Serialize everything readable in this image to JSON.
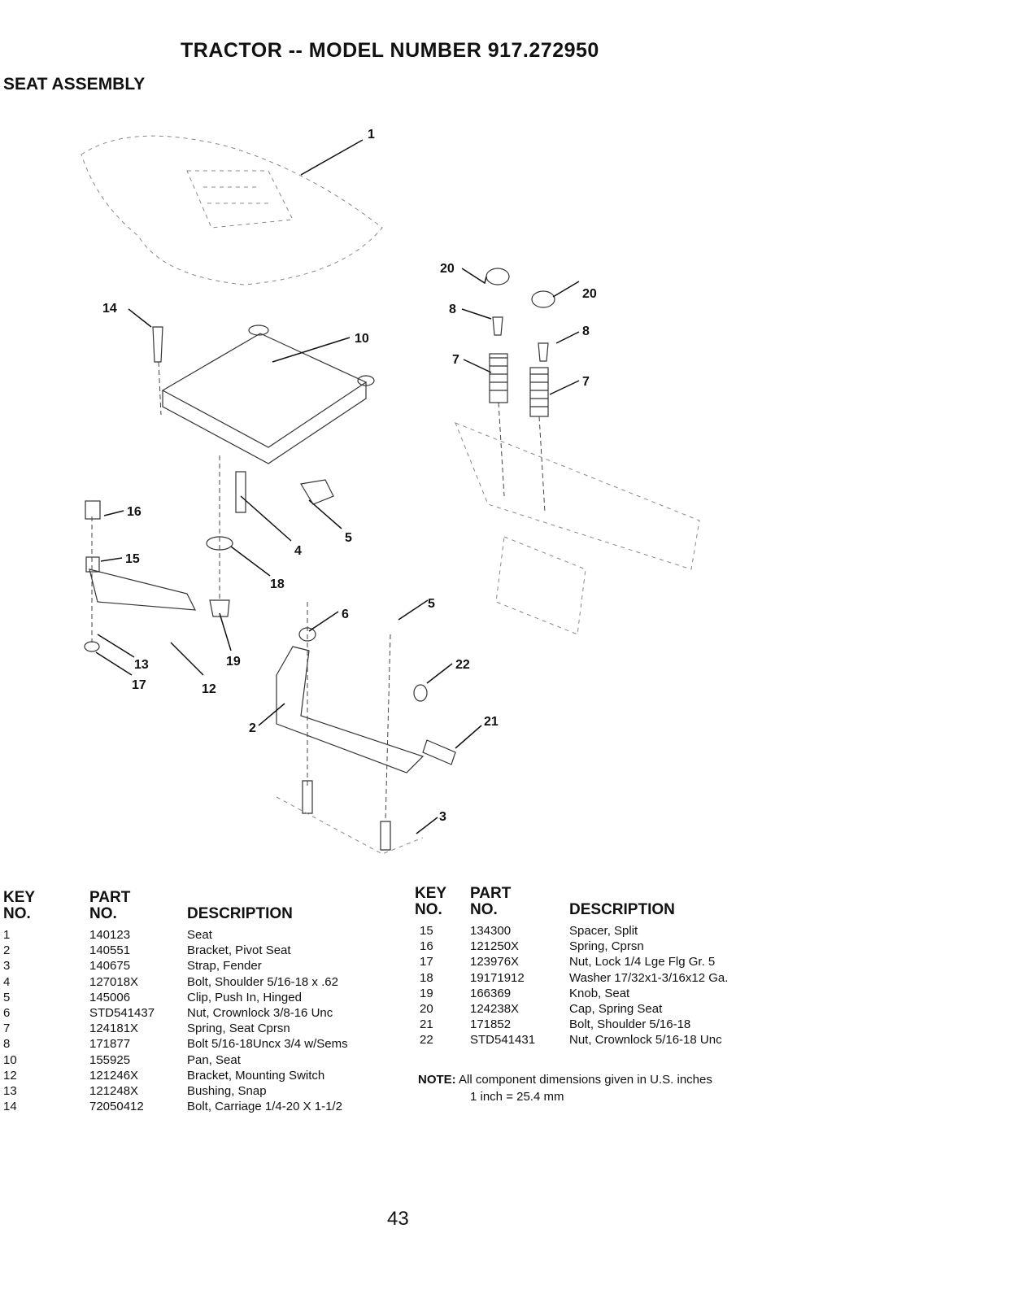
{
  "header": {
    "title": "TRACTOR -- MODEL NUMBER 917.272950",
    "subtitle": "SEAT ASSEMBLY"
  },
  "diagram": {
    "callouts": [
      "1",
      "14",
      "10",
      "20",
      "20",
      "8",
      "8",
      "7",
      "7",
      "16",
      "4",
      "5",
      "15",
      "18",
      "6",
      "5",
      "13",
      "19",
      "17",
      "12",
      "22",
      "21",
      "2",
      "3"
    ]
  },
  "parts_left": {
    "headers": {
      "key_line1": "KEY",
      "key_line2": "NO.",
      "part_line1": "PART",
      "part_line2": "NO.",
      "description": "DESCRIPTION"
    },
    "rows": [
      {
        "key": "1",
        "part": "140123",
        "description": "Seat"
      },
      {
        "key": "2",
        "part": "140551",
        "description": "Bracket, Pivot Seat"
      },
      {
        "key": "3",
        "part": "140675",
        "description": "Strap, Fender"
      },
      {
        "key": "4",
        "part": "127018X",
        "description": "Bolt, Shoulder 5/16-18 x .62"
      },
      {
        "key": "5",
        "part": "145006",
        "description": "Clip, Push In, Hinged"
      },
      {
        "key": "6",
        "part": "STD541437",
        "description": "Nut, Crownlock 3/8-16 Unc"
      },
      {
        "key": "7",
        "part": "124181X",
        "description": "Spring, Seat Cprsn"
      },
      {
        "key": "8",
        "part": "171877",
        "description": "Bolt 5/16-18Uncx 3/4 w/Sems"
      },
      {
        "key": "10",
        "part": "155925",
        "description": "Pan, Seat"
      },
      {
        "key": "12",
        "part": "121246X",
        "description": "Bracket, Mounting Switch"
      },
      {
        "key": "13",
        "part": "121248X",
        "description": "Bushing, Snap"
      },
      {
        "key": "14",
        "part": "72050412",
        "description": "Bolt, Carriage 1/4-20 X 1-1/2"
      }
    ]
  },
  "parts_right": {
    "headers": {
      "key_line1": "KEY",
      "key_line2": "NO.",
      "part_line1": "PART",
      "part_line2": "NO.",
      "description": "DESCRIPTION"
    },
    "rows": [
      {
        "key": "15",
        "part": "134300",
        "description": "Spacer, Split"
      },
      {
        "key": "16",
        "part": "121250X",
        "description": "Spring, Cprsn"
      },
      {
        "key": "17",
        "part": "123976X",
        "description": "Nut, Lock 1/4 Lge Flg Gr. 5"
      },
      {
        "key": "18",
        "part": "19171912",
        "description": "Washer 17/32x1-3/16x12 Ga."
      },
      {
        "key": "19",
        "part": "166369",
        "description": "Knob, Seat"
      },
      {
        "key": "20",
        "part": "124238X",
        "description": "Cap, Spring Seat"
      },
      {
        "key": "21",
        "part": "171852",
        "description": "Bolt, Shoulder 5/16-18"
      },
      {
        "key": "22",
        "part": "STD541431",
        "description": "Nut, Crownlock 5/16-18 Unc"
      }
    ]
  },
  "note": {
    "label": "NOTE:",
    "line1": "All component dimensions given in U.S. inches",
    "line2": "1 inch = 25.4 mm"
  },
  "page_number": "43"
}
